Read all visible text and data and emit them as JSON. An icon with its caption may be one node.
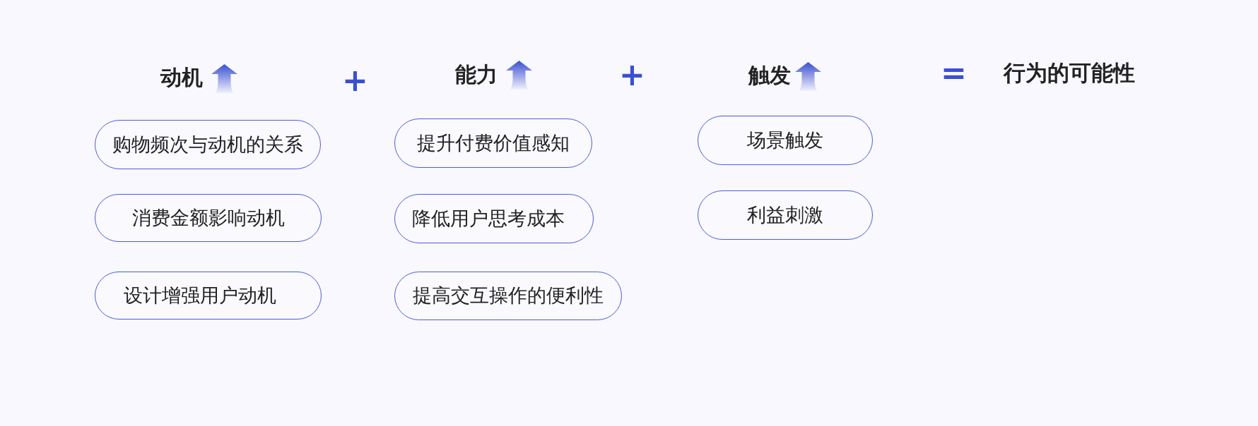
{
  "diagram": {
    "nodes": [
      {
        "text": [
          "购物频次与动机的关系"
        ]
      },
      {
        "text": [
          "消费金额影响动机"
        ]
      },
      {
        "text": [
          "设计增强用户动机"
        ]
      },
      {
        "text": [
          "提升付费价值感知"
        ]
      },
      {
        "text": [
          "降低用户思考成本"
        ]
      },
      {
        "text": [
          "提高交互操作的便利性"
        ]
      },
      {
        "text": [
          "场景触发"
        ]
      },
      {
        "text": [
          "利益刺激"
        ]
      }
    ],
    "labels": [
      "动机",
      "+",
      "能力",
      "+",
      "触发",
      "=",
      "行为的可能性"
    ]
  }
}
